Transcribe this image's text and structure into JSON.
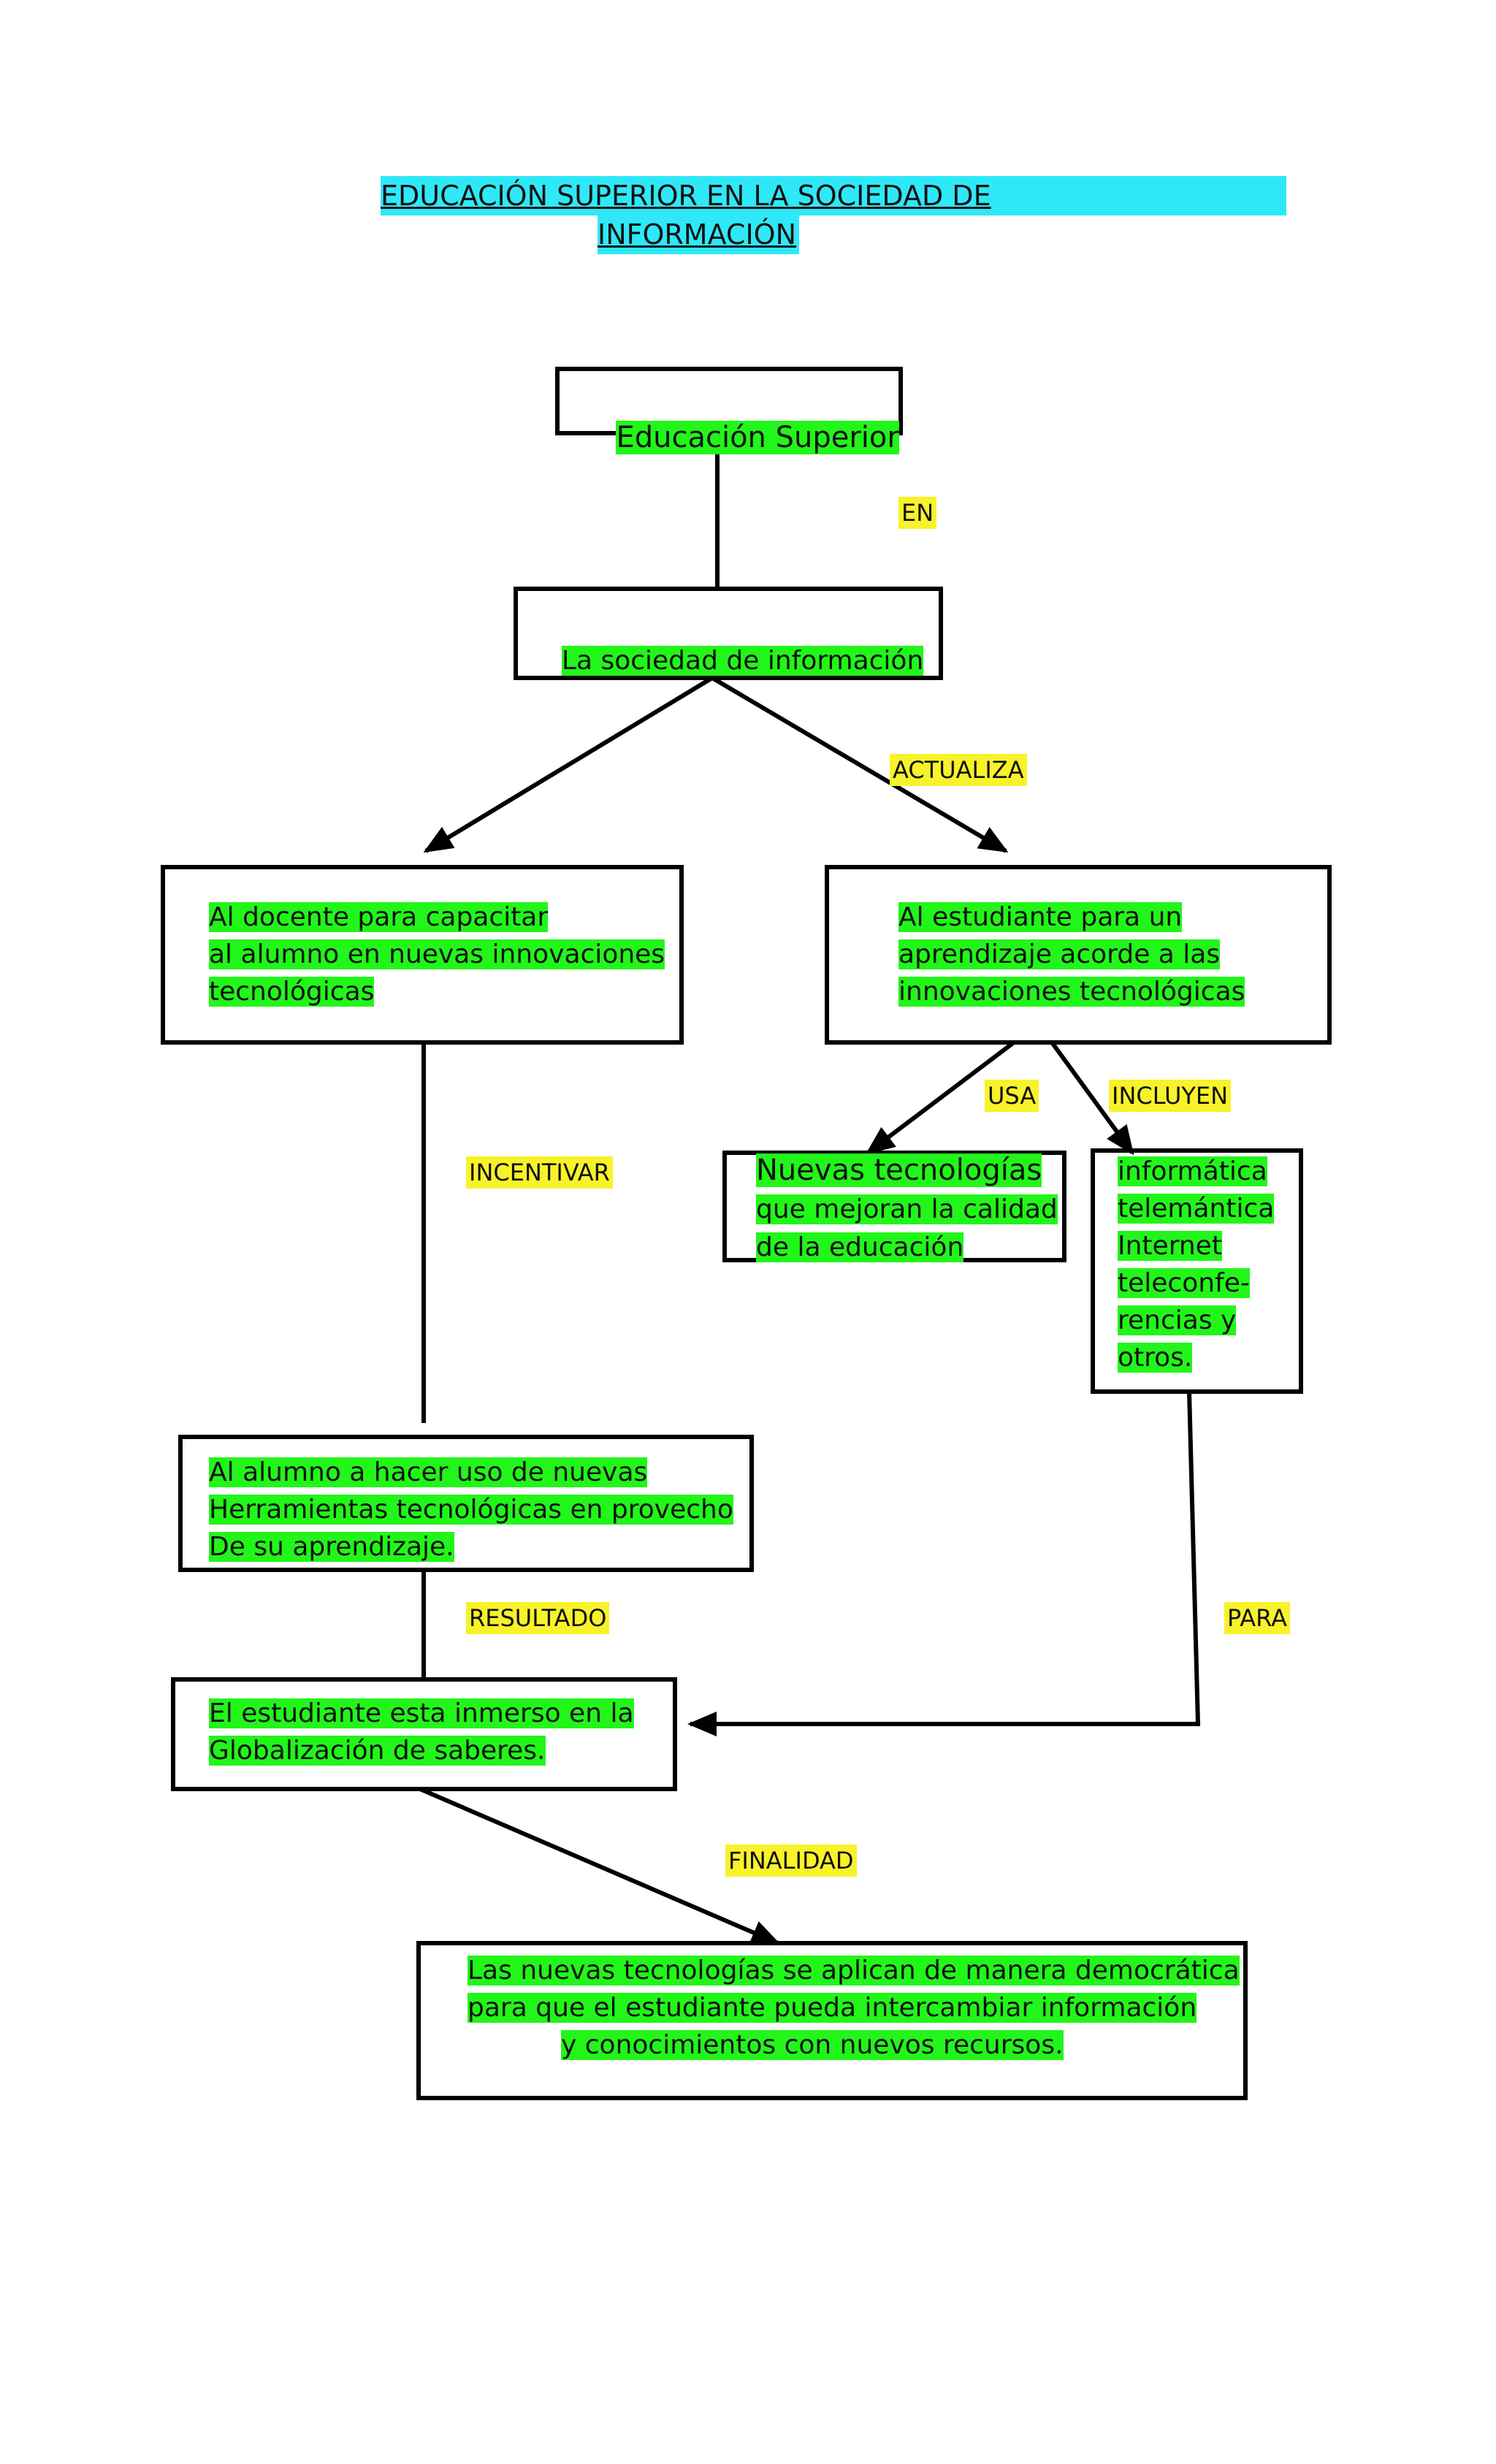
{
  "title": {
    "line1": "EDUCACIÓN SUPERIOR EN LA SOCIEDAD DE",
    "line2": "INFORMACIÓN"
  },
  "nodes": {
    "educacion_superior": "Educación Superior",
    "sociedad_informacion": "La sociedad de información",
    "docente": [
      "Al docente para capacitar",
      "al alumno en nuevas innovaciones",
      "tecnológicas"
    ],
    "estudiante": [
      "Al estudiante para un",
      "aprendizaje acorde a las",
      "innovaciones tecnológicas"
    ],
    "nuevas_tecnologias": [
      "Nuevas tecnologías",
      "que mejoran la calidad",
      "de la educación"
    ],
    "informatica": [
      "informática",
      "telemántica",
      "Internet",
      "teleconfe-",
      "rencias y",
      "otros."
    ],
    "alumno": [
      "Al alumno a hacer uso de nuevas",
      "Herramientas tecnológicas en provecho",
      "De su aprendizaje."
    ],
    "globalizacion": [
      "El estudiante esta inmerso en la",
      "Globalización de saberes."
    ],
    "finalidad": [
      "Las nuevas tecnologías se aplican de manera democrática",
      "para que el estudiante pueda intercambiar información",
      "y conocimientos con nuevos recursos."
    ]
  },
  "labels": {
    "en": "EN",
    "actualiza": "ACTUALIZA",
    "usa": "USA",
    "incluyen": "INCLUYEN",
    "incentivar": "INCENTIVAR",
    "resultado": "RESULTADO",
    "para": "PARA",
    "finalidad": "FINALIDAD"
  },
  "colors": {
    "title_highlight": "#2ee8f8",
    "node_highlight": "#22f51a",
    "label_highlight": "#f8f22a"
  }
}
